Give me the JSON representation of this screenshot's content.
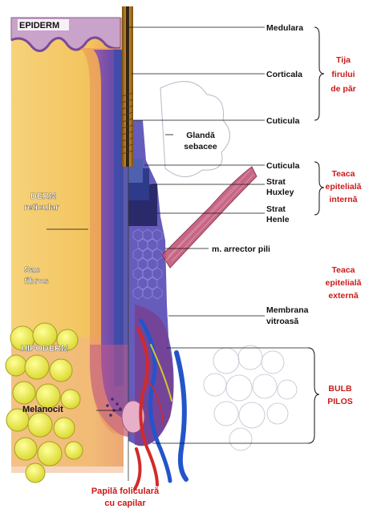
{
  "left_labels": {
    "epiderm": "EPIDERM",
    "derm_1": "DERM",
    "derm_2": "reticular",
    "sac_1": "Sac",
    "sac_2": "fibros",
    "hipoderm": "HIPODERM",
    "melanocit": "Melanocit"
  },
  "center_labels": {
    "glanda_1": "Glandă",
    "glanda_2": "sebacee"
  },
  "right_labels": {
    "medulara": "Medulara",
    "corticala": "Corticala",
    "cuticula_tija": "Cuticula",
    "cuticula_teaca": "Cuticula",
    "strat_huxley_1": "Strat",
    "strat_huxley_2": "Huxley",
    "strat_henle_1": "Strat",
    "strat_henle_2": "Henle",
    "arrector": "m. arrector pili",
    "membrana_1": "Membrana",
    "membrana_2": "vitroasă"
  },
  "group_labels": {
    "tija_1": "Tija",
    "tija_2": "firului",
    "tija_3": "de păr",
    "teaca_int_1": "Teaca",
    "teaca_int_2": "epitelială",
    "teaca_int_3": "internă",
    "teaca_ext_1": "Teaca",
    "teaca_ext_2": "epitelială",
    "teaca_ext_3": "externă",
    "bulb_1": "BULB",
    "bulb_2": "PILOS"
  },
  "bottom_label": {
    "line_1": "Papilă foliculară",
    "line_2": "cu capilar"
  },
  "colors": {
    "label_dark": "#111111",
    "label_red": "#cc1a1a",
    "dermis": "#f3c45e",
    "dermis_light": "#f8da85",
    "epidermis": "#c9a3c9",
    "sheath_purple": "#6b45b8",
    "sheath_blue": "#3d4fb5",
    "fat": "#ecec4a",
    "muscle": "#c05878",
    "hair_shaft": "#b8862a"
  }
}
